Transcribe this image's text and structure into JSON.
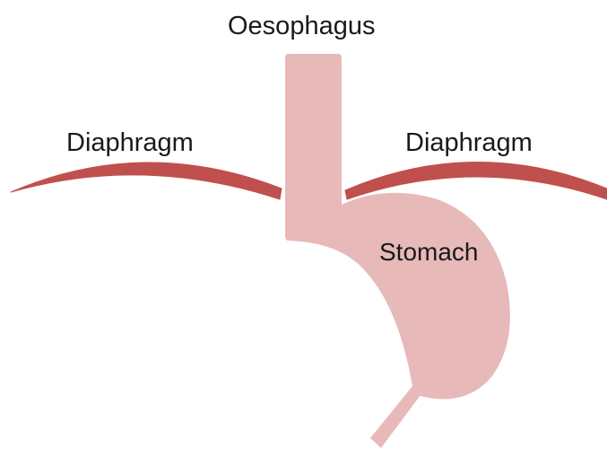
{
  "labels": {
    "oesophagus": "Oesophagus",
    "diaphragm_left": "Diaphragm",
    "diaphragm_right": "Diaphragm",
    "stomach": "Stomach"
  },
  "colors": {
    "stomach_fill": "#e8b9b9",
    "diaphragm_fill": "#c0504d",
    "text": "#1a1a1a",
    "background": "#ffffff"
  }
}
